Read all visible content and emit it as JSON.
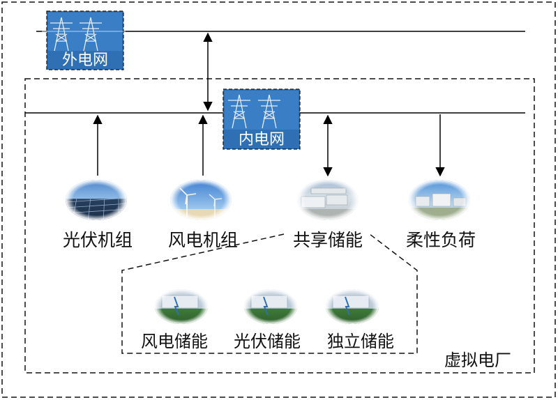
{
  "grid": {
    "outer_label": "外电网",
    "inner_label": "内电网"
  },
  "units": {
    "pv": "光伏机组",
    "wind": "风电机组",
    "shared_storage": "共享储能",
    "flexible_load": "柔性负荷"
  },
  "storage_detail": {
    "wind_storage": "风电储能",
    "pv_storage": "光伏储能",
    "independent_storage": "独立储能"
  },
  "vpp_label": "虚拟电厂",
  "colors": {
    "grid_box": "#2d6fb3",
    "dashed_border": "#111111",
    "line": "#000000"
  },
  "icons": {
    "tower": "transmission-tower-icon",
    "pv": "solar-panel-photo-icon",
    "wind": "wind-turbine-photo-icon",
    "storage": "container-storage-photo-icon",
    "load": "building-load-photo-icon"
  }
}
